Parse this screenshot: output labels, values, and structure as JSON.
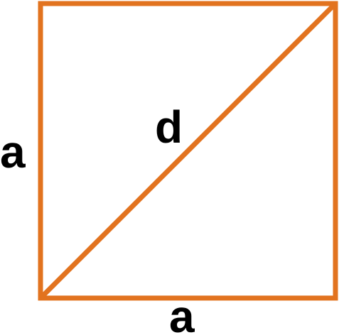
{
  "labels": {
    "left_side": "a",
    "bottom_side": "a",
    "diagonal": "d"
  },
  "colors": {
    "stroke": "#E2731F",
    "label": "#000000",
    "background": "#FFFFFF"
  }
}
